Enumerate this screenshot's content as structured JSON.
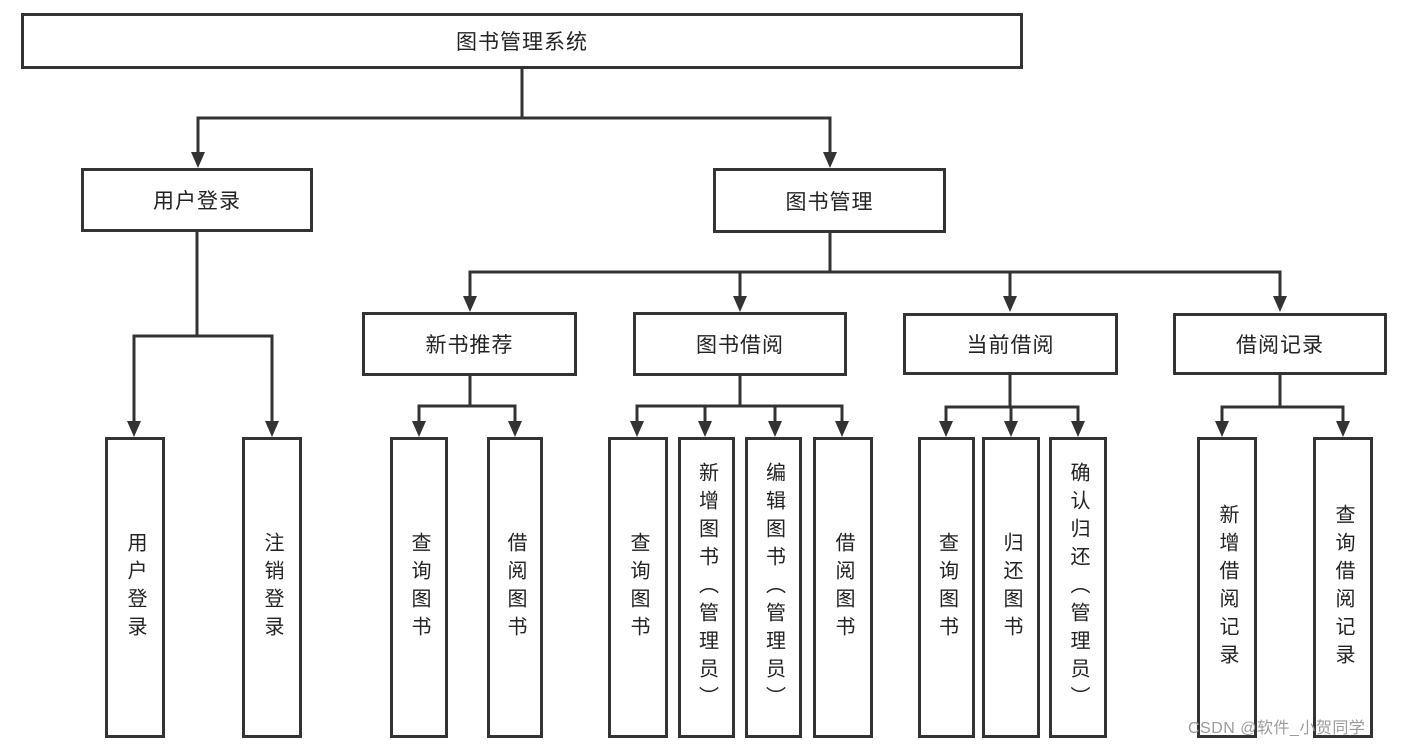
{
  "diagram_type": "functional-structure-org-chart",
  "tree": {
    "label": "图书管理系统",
    "children": [
      {
        "label": "用户登录",
        "children": [
          {
            "label": "用户登录"
          },
          {
            "label": "注销登录"
          }
        ]
      },
      {
        "label": "图书管理",
        "children": [
          {
            "label": "新书推荐",
            "children": [
              {
                "label": "查询图书"
              },
              {
                "label": "借阅图书"
              }
            ]
          },
          {
            "label": "图书借阅",
            "children": [
              {
                "label": "查询图书"
              },
              {
                "label": "新增图书（管理员）"
              },
              {
                "label": "编辑图书（管理员）"
              },
              {
                "label": "借阅图书"
              }
            ]
          },
          {
            "label": "当前借阅",
            "children": [
              {
                "label": "查询图书"
              },
              {
                "label": "归还图书"
              },
              {
                "label": "确认归还（管理员）"
              }
            ]
          },
          {
            "label": "借阅记录",
            "children": [
              {
                "label": "新增借阅记录"
              },
              {
                "label": "查询借阅记录"
              }
            ]
          }
        ]
      }
    ]
  },
  "watermark": {
    "text": "CSDN @软件_小贺同学",
    "color": "#9b9b9b"
  },
  "colors": {
    "line": "#333333",
    "box_border": "#333333",
    "text": "#222222",
    "background": "#ffffff"
  }
}
